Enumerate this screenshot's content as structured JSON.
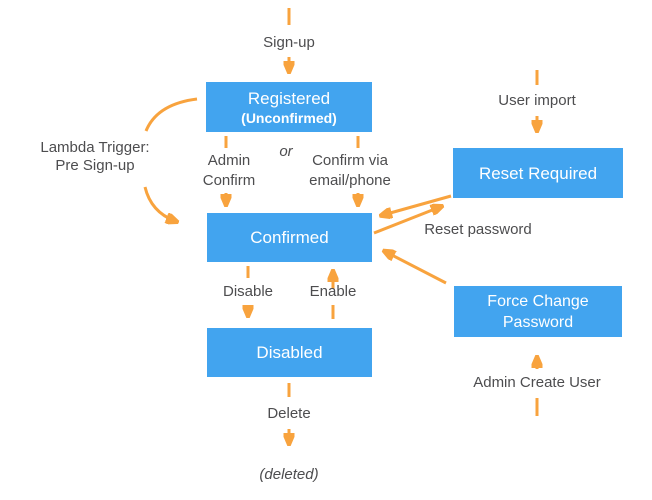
{
  "diagram": {
    "colors": {
      "box_blue": "#42A4EF",
      "arrow_orange": "#F8A33E",
      "label_gray": "#4D4D4F",
      "box_text": "#FFFFFF",
      "page_bg": "#FFFFFF"
    },
    "states": {
      "registered": {
        "line1": "Registered",
        "line2": "(Unconfirmed)"
      },
      "confirmed": {
        "label": "Confirmed"
      },
      "disabled": {
        "label": "Disabled"
      },
      "reset_required": {
        "label": "Reset Required"
      },
      "force_change_password": {
        "line1": "Force Change",
        "line2": "Password"
      }
    },
    "transitions": {
      "sign_up": "Sign-up",
      "lambda_trigger_line1": "Lambda Trigger:",
      "lambda_trigger_line2": "Pre Sign-up",
      "admin_confirm_line1": "Admin",
      "admin_confirm_line2": "Confirm",
      "or": "or",
      "confirm_via_line1": "Confirm via",
      "confirm_via_line2": "email/phone",
      "user_import": "User import",
      "reset_password": "Reset password",
      "disable": "Disable",
      "enable": "Enable",
      "delete": "Delete",
      "deleted": "(deleted)",
      "admin_create_user": "Admin Create User"
    }
  }
}
